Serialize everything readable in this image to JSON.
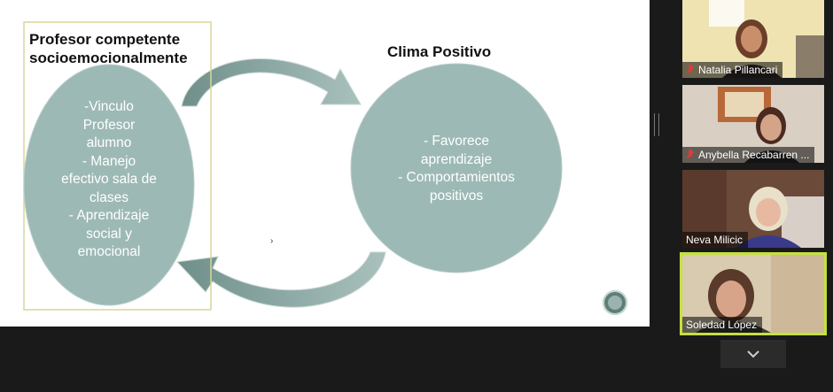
{
  "slide": {
    "box_title": "Profesor competente socioemocionalmente",
    "circle_title": "Clima Positivo",
    "left_lines": [
      "-Vinculo",
      "Profesor",
      "alumno",
      "- Manejo",
      "efectivo sala de",
      "clases",
      "-  Aprendizaje",
      "social y",
      "emocional"
    ],
    "right_lines": [
      "- Favorece",
      "aprendizaje",
      "- Comportamientos",
      "positivos"
    ],
    "cursor_glyph": "›"
  },
  "participants": [
    {
      "name": "Natalia Pillancari",
      "muted": true
    },
    {
      "name": "Anybella Recabarren ...",
      "muted": true
    },
    {
      "name": "Neva Milicic",
      "muted": false
    },
    {
      "name": "Soledad López",
      "muted": false,
      "speaking": true
    }
  ],
  "colors": {
    "ellipse": "#9db9b5",
    "arrow": "#7f9e9a",
    "box_border": "#d9d69a",
    "active_outline": "#c5e13e"
  }
}
